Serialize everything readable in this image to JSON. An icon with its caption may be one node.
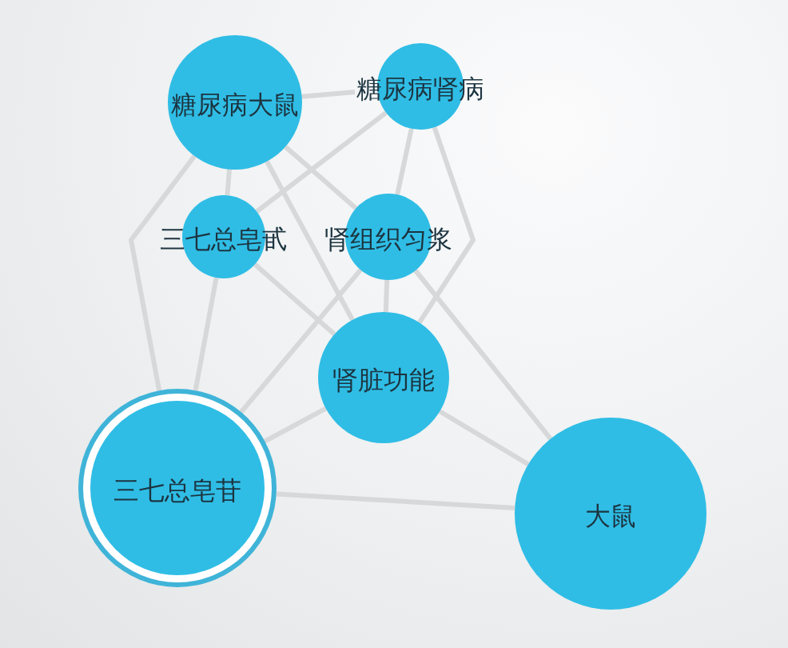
{
  "diagram": {
    "nodes": [
      {
        "text": [
          "糖尿病大鼠"
        ]
      },
      {
        "text": [
          "糖尿病肾病"
        ]
      },
      {
        "text": [
          "三七总皂甙"
        ]
      },
      {
        "text": [
          "肾组织匀浆"
        ]
      },
      {
        "text": [
          "肾脏功能"
        ]
      },
      {
        "text": [
          "三七总皂苷"
        ]
      },
      {
        "text": [
          "大鼠"
        ]
      }
    ],
    "edges": [
      {
        "from": 0,
        "to": 1,
        "arrow": "none"
      },
      {
        "from": 0,
        "to": 2,
        "arrow": "none"
      },
      {
        "from": 0,
        "to": 3,
        "arrow": "none"
      },
      {
        "from": 0,
        "to": 4,
        "arrow": "none"
      },
      {
        "from": 0,
        "to": 5,
        "arrow": "none"
      },
      {
        "from": 1,
        "to": 2,
        "arrow": "none"
      },
      {
        "from": 1,
        "to": 3,
        "arrow": "none"
      },
      {
        "from": 1,
        "to": 4,
        "arrow": "none"
      },
      {
        "from": 2,
        "to": 4,
        "arrow": "none"
      },
      {
        "from": 2,
        "to": 5,
        "arrow": "none"
      },
      {
        "from": 3,
        "to": 4,
        "arrow": "none"
      },
      {
        "from": 3,
        "to": 5,
        "arrow": "none"
      },
      {
        "from": 3,
        "to": 6,
        "arrow": "none"
      },
      {
        "from": 4,
        "to": 5,
        "arrow": "none"
      },
      {
        "from": 4,
        "to": 6,
        "arrow": "none"
      },
      {
        "from": 5,
        "to": 6,
        "arrow": "none"
      }
    ]
  }
}
